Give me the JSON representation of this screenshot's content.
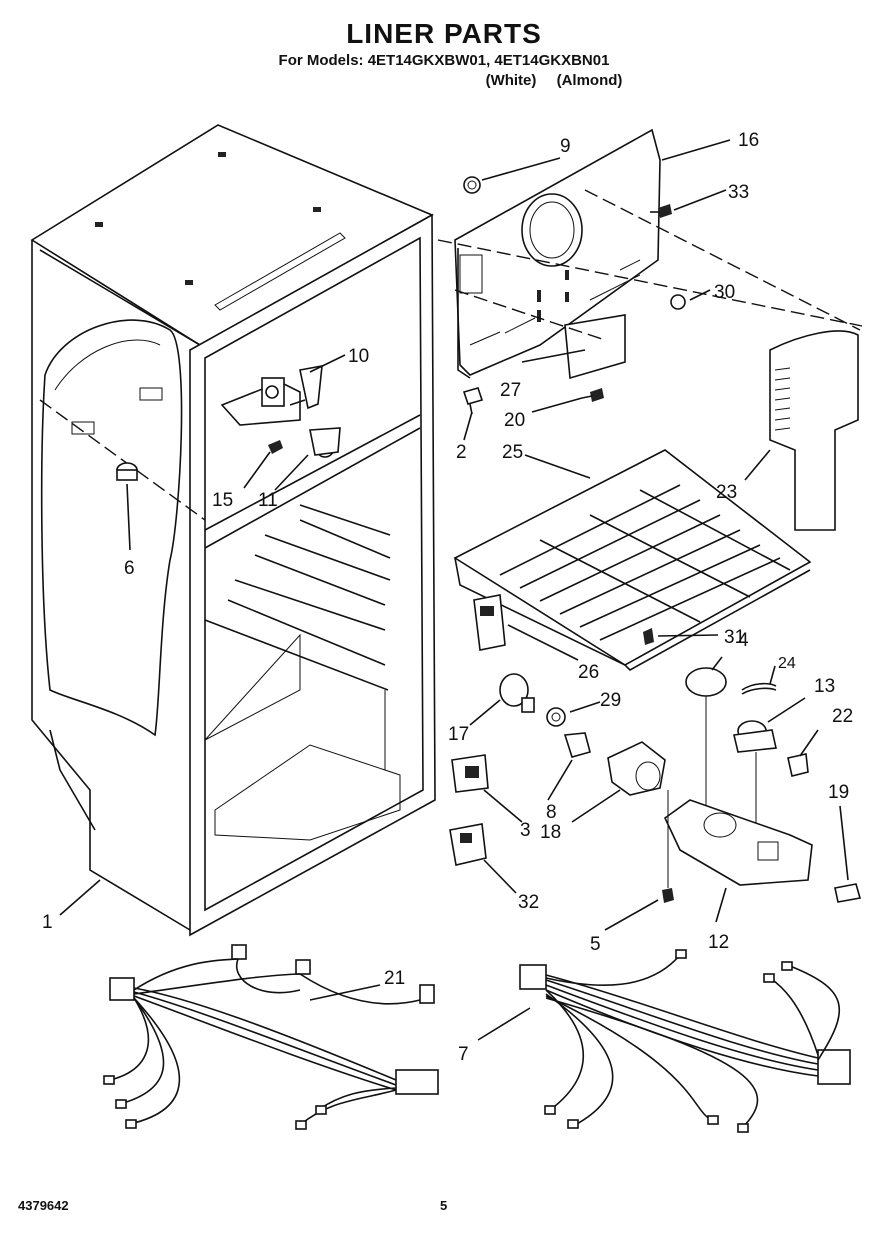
{
  "header": {
    "title": "LINER PARTS",
    "models_line": "For Models: 4ET14GKXBW01, 4ET14GKXBN01",
    "variant_white": "(White)",
    "variant_almond": "(Almond)"
  },
  "callouts": {
    "c1": "1",
    "c2": "2",
    "c3": "3",
    "c4": "4",
    "c5": "5",
    "c6": "6",
    "c7": "7",
    "c8": "8",
    "c9": "9",
    "c10": "10",
    "c11": "11",
    "c12": "12",
    "c13": "13",
    "c15": "15",
    "c16": "16",
    "c17": "17",
    "c18": "18",
    "c19": "19",
    "c20": "20",
    "c21": "21",
    "c22": "22",
    "c23": "23",
    "c24": "24",
    "c25": "25",
    "c26": "26",
    "c27": "27",
    "c29": "29",
    "c30": "30",
    "c31": "31",
    "c32": "32",
    "c33": "33"
  },
  "footer": {
    "doc_number": "4379642",
    "page_number": "5"
  }
}
